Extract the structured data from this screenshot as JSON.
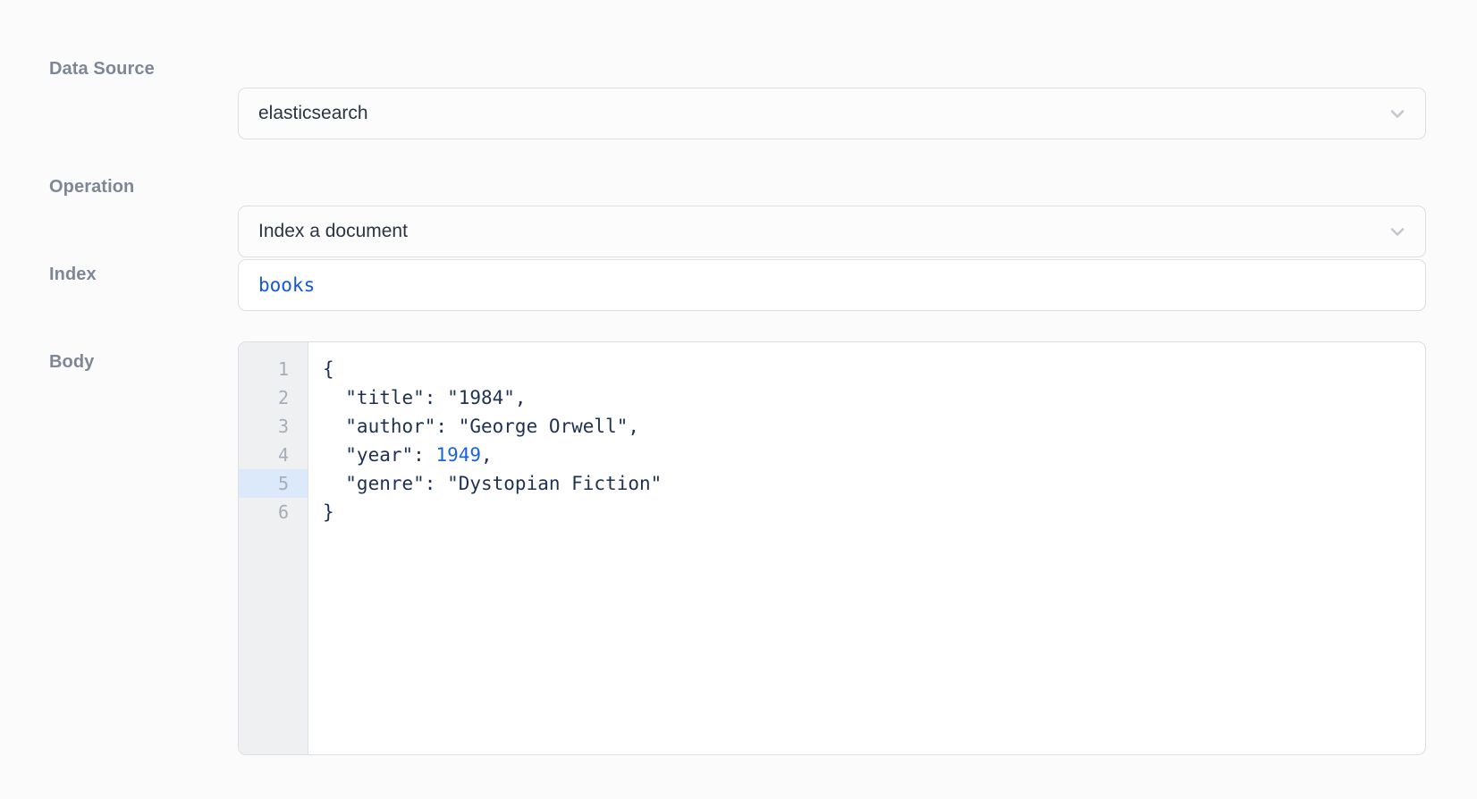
{
  "theme": {
    "page_background": "#fbfbfc",
    "label_color": "#7e8795",
    "field_border": "#dcdfe4",
    "field_background": "#fcfcfd",
    "text_color": "#2b3442",
    "accent_blue": "#1558d6",
    "gutter_background": "#eef0f2",
    "active_line_highlight": "#dbe9fb",
    "code_text_color": "#1f3152",
    "chevron_color": "#c4c8ce"
  },
  "form": {
    "fields": [
      {
        "key": "data_source",
        "label": "Data Source",
        "type": "select",
        "value": "elasticsearch",
        "icon": "chevron-down-icon"
      },
      {
        "key": "operation",
        "label": "Operation",
        "type": "select",
        "value": "Index a document",
        "icon": "chevron-down-icon"
      },
      {
        "key": "index",
        "label": "Index",
        "type": "text",
        "value": "books"
      },
      {
        "key": "body",
        "label": "Body",
        "type": "code-editor"
      }
    ]
  },
  "editor": {
    "language": "json",
    "active_line": 5,
    "line_numbers": [
      "1",
      "2",
      "3",
      "4",
      "5",
      "6"
    ],
    "lines": [
      {
        "n": "1",
        "text": "{",
        "active": false
      },
      {
        "n": "2",
        "text": "  \"title\": \"1984\",",
        "active": false
      },
      {
        "n": "3",
        "text": "  \"author\": \"George Orwell\",",
        "active": false
      },
      {
        "n": "4",
        "text": "  \"year\": ",
        "suffix": ",",
        "number": "1949",
        "active": false
      },
      {
        "n": "5",
        "text": "  \"genre\": \"Dystopian Fiction\"",
        "active": true
      },
      {
        "n": "6",
        "text": "}",
        "active": false
      }
    ],
    "raw_value": "{\n  \"title\": \"1984\",\n  \"author\": \"George Orwell\",\n  \"year\": 1949,\n  \"genre\": \"Dystopian Fiction\"\n}"
  }
}
